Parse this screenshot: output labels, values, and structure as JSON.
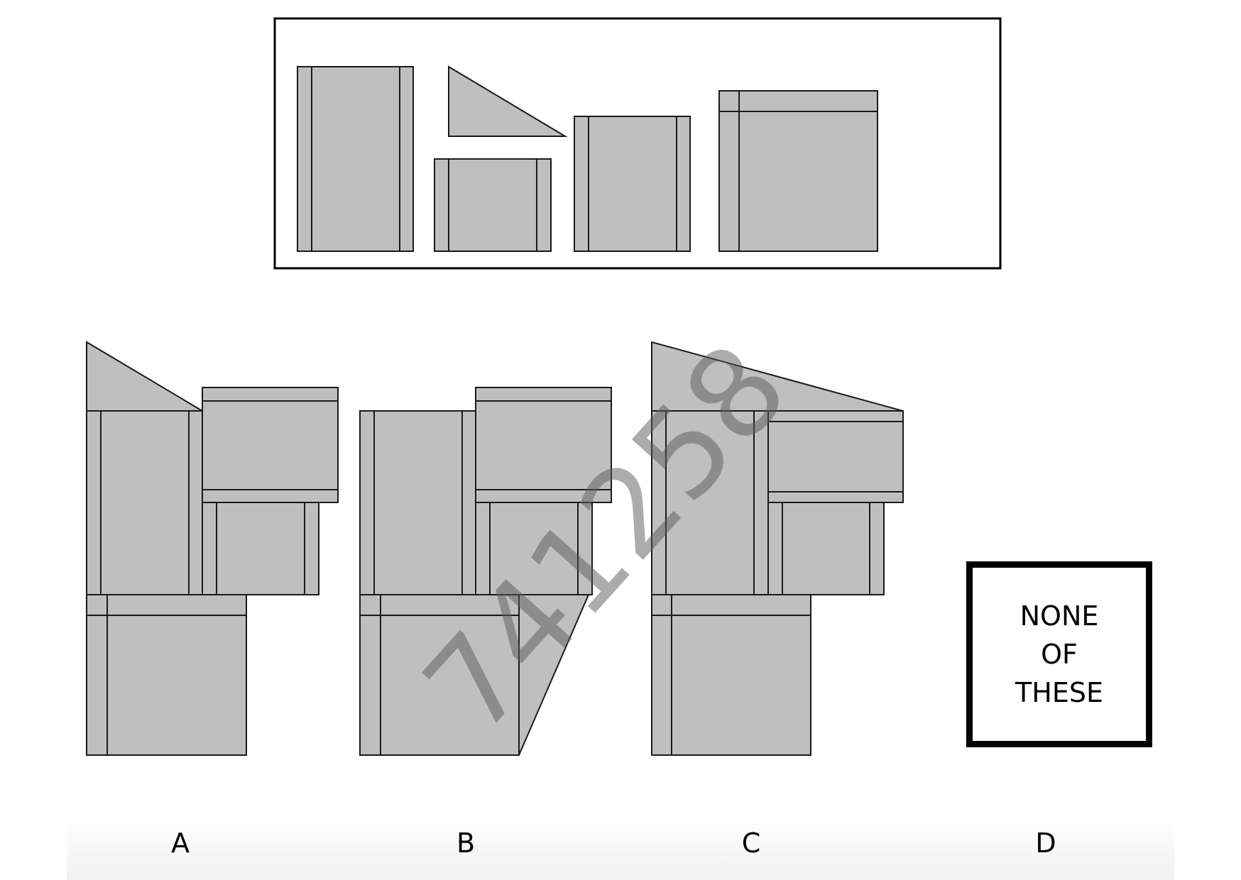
{
  "question": {
    "pieces_panel": {
      "pieces": [
        "vertical-rectangle",
        "right-triangle",
        "short-rectangle",
        "square",
        "large-square"
      ]
    }
  },
  "options": [
    {
      "label": "A"
    },
    {
      "label": "B"
    },
    {
      "label": "C"
    },
    {
      "label": "D"
    }
  ],
  "none_box": {
    "line1": "NONE",
    "line2": "OF",
    "line3": "THESE"
  },
  "watermark": "741258",
  "colors": {
    "piece_fill": "#bfbfbf",
    "stroke": "#1a1a1a",
    "background": "#ffffff"
  }
}
